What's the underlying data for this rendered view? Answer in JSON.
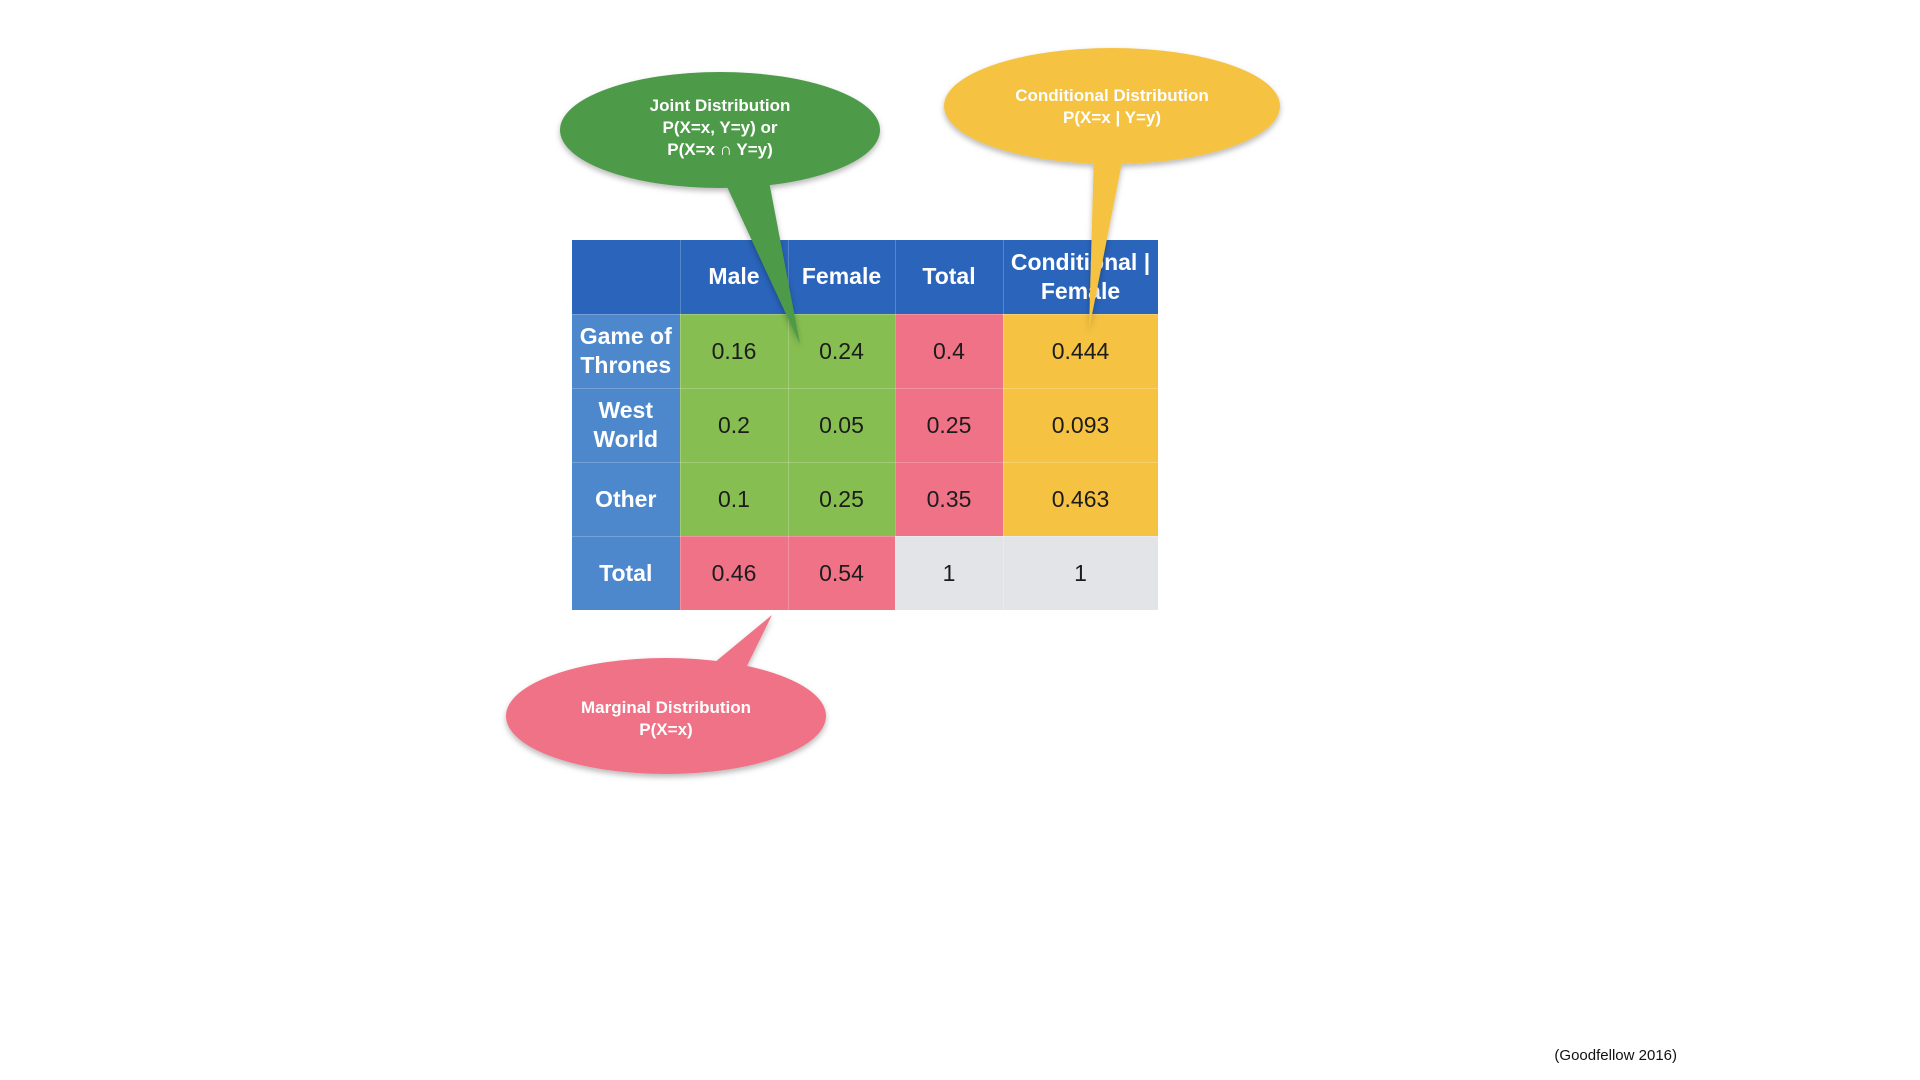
{
  "table": {
    "header": [
      "",
      "Male",
      "Female",
      "Total",
      "Conditional | Female"
    ],
    "rows": [
      {
        "label": "Game of Thrones",
        "male": "0.16",
        "female": "0.24",
        "total": "0.4",
        "conditional": "0.444"
      },
      {
        "label": "West World",
        "male": "0.2",
        "female": "0.05",
        "total": "0.25",
        "conditional": "0.093"
      },
      {
        "label": "Other",
        "male": "0.1",
        "female": "0.25",
        "total": "0.35",
        "conditional": "0.463"
      }
    ],
    "totals": {
      "label": "Total",
      "male": "0.46",
      "female": "0.54",
      "total": "1",
      "conditional": "1"
    }
  },
  "callouts": {
    "joint": {
      "title": "Joint Distribution",
      "line1": "P(X=x, Y=y) or",
      "line2": "P(X=x ∩ Y=y)",
      "color": "#4d9a4a"
    },
    "conditional": {
      "title": "Conditional Distribution",
      "line1": "P(X=x | Y=y)",
      "color": "#f5c242"
    },
    "marginal": {
      "title": "Marginal Distribution",
      "line1": "P(X=x)",
      "color": "#ef7286"
    }
  },
  "colors": {
    "header": "#2a64bb",
    "row_header": "#4d87cc",
    "joint": "#86be51",
    "marginal": "#ef7286",
    "conditional": "#f5c242",
    "grand_total": "#e3e4e7"
  },
  "citation": "(Goodfellow 2016)"
}
